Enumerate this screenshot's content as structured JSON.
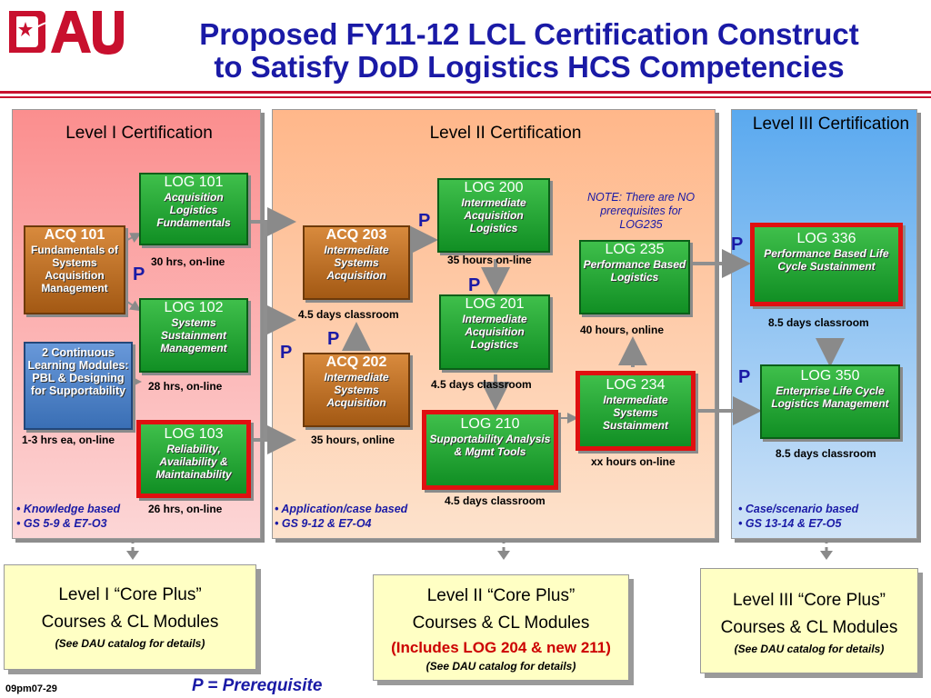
{
  "header": {
    "logo_text": "DAU",
    "title_line1": "Proposed FY11-12 LCL Certification Construct",
    "title_line2": "to Satisfy DoD Logistics HCS Competencies"
  },
  "level1": {
    "title": "Level I  Certification",
    "acq101": {
      "code": "ACQ 101",
      "desc": "Fundamentals of Systems Acquisition Management"
    },
    "modules": {
      "text": "2 Continuous Learning Modules: PBL & Designing for Supportability",
      "hours": "1-3 hrs ea, on-line"
    },
    "log101": {
      "code": "LOG 101",
      "desc": "Acquisition Logistics Fundamentals",
      "hours": "30  hrs, on-line"
    },
    "log102": {
      "code": "LOG 102",
      "desc": "Systems Sustainment Management",
      "hours": "28  hrs, on-line"
    },
    "log103": {
      "code": "LOG 103",
      "desc": "Reliability, Availability & Maintainability",
      "hours": "26  hrs, on-line"
    },
    "bullets": [
      "• Knowledge based",
      "• GS 5-9 &  E7-O3"
    ]
  },
  "level2": {
    "title": "Level II Certification",
    "acq203": {
      "code": "ACQ 203",
      "desc": "Intermediate Systems Acquisition",
      "hours": "4.5 days classroom"
    },
    "acq202": {
      "code": "ACQ 202",
      "desc": "Intermediate Systems Acquisition",
      "hours": "35 hours, online"
    },
    "log200": {
      "code": "LOG 200",
      "desc": "Intermediate Acquisition Logistics",
      "hours": "35 hours on-line"
    },
    "log201": {
      "code": "LOG 201",
      "desc": "Intermediate Acquisition Logistics",
      "hours": "4.5 days classroom"
    },
    "log210": {
      "code": "LOG 210",
      "desc": "Supportability Analysis & Mgmt Tools",
      "hours": "4.5 days classroom"
    },
    "log235": {
      "code": "LOG 235",
      "desc": "Performance Based Logistics",
      "hours": "40 hours, online"
    },
    "log234": {
      "code": "LOG 234",
      "desc": "Intermediate Systems Sustainment",
      "hours": "xx hours on-line"
    },
    "note": "NOTE: There are NO prerequisites for LOG235",
    "bullets": [
      "• Application/case based",
      "• GS 9-12 & E7-O4"
    ]
  },
  "level3": {
    "title": "Level III Certification",
    "log336": {
      "code": "LOG 336",
      "desc": "Performance Based Life Cycle Sustainment",
      "hours": "8.5 days classroom"
    },
    "log350": {
      "code": "LOG 350",
      "desc": "Enterprise Life Cycle Logistics Management",
      "hours": "8.5 days classroom"
    },
    "bullets": [
      "• Case/scenario based",
      "• GS 13-14 &  E7-O5"
    ]
  },
  "prereq_mark": "P",
  "core": {
    "l1": {
      "line1": "Level I “Core Plus”",
      "line2": "Courses & CL Modules",
      "small": "(See DAU catalog for details)"
    },
    "l2": {
      "line1": "Level II “Core Plus”",
      "line2": "Courses & CL Modules",
      "red": "(Includes LOG 204 & new 211)",
      "small": "(See DAU catalog for details)"
    },
    "l3": {
      "line1": "Level III “Core Plus”",
      "line2": "Courses & CL Modules",
      "small": "(See DAU catalog for details)"
    }
  },
  "footer": {
    "code": "09pm07-29",
    "legend": "P = Prerequisite"
  },
  "colors": {
    "title_blue": "#1a1aa6",
    "dau_red": "#c8102e",
    "course_green": "#118f24",
    "highlight_red": "#e01010"
  }
}
